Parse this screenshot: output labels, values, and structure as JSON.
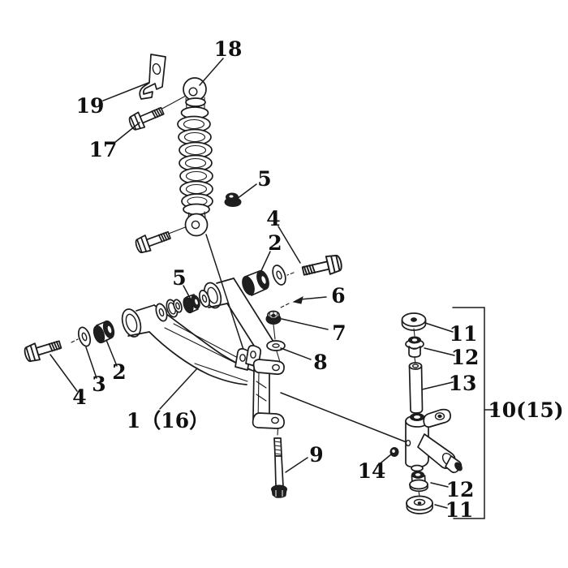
{
  "figure": {
    "kind": "exploded-parts-diagram",
    "background_color": "#ffffff",
    "line_color": "#1b1b1b"
  },
  "callouts": [
    {
      "id": "18",
      "text": "18"
    },
    {
      "id": "19",
      "text": "19"
    },
    {
      "id": "17",
      "text": "17"
    },
    {
      "id": "5-top",
      "text": "5"
    },
    {
      "id": "4-upper",
      "text": "4"
    },
    {
      "id": "2-upper",
      "text": "2"
    },
    {
      "id": "5-mid",
      "text": "5"
    },
    {
      "id": "6",
      "text": "6"
    },
    {
      "id": "7",
      "text": "7"
    },
    {
      "id": "11-top",
      "text": "11"
    },
    {
      "id": "12-top",
      "text": "12"
    },
    {
      "id": "8",
      "text": "8"
    },
    {
      "id": "2-left",
      "text": "2"
    },
    {
      "id": "3",
      "text": "3"
    },
    {
      "id": "13",
      "text": "13"
    },
    {
      "id": "4-left",
      "text": "4"
    },
    {
      "id": "10-15",
      "text": "10(15)"
    },
    {
      "id": "1-16",
      "text": "1（16）"
    },
    {
      "id": "9",
      "text": "9"
    },
    {
      "id": "14",
      "text": "14"
    },
    {
      "id": "12-bottom",
      "text": "12"
    },
    {
      "id": "11-bottom",
      "text": "11"
    }
  ]
}
